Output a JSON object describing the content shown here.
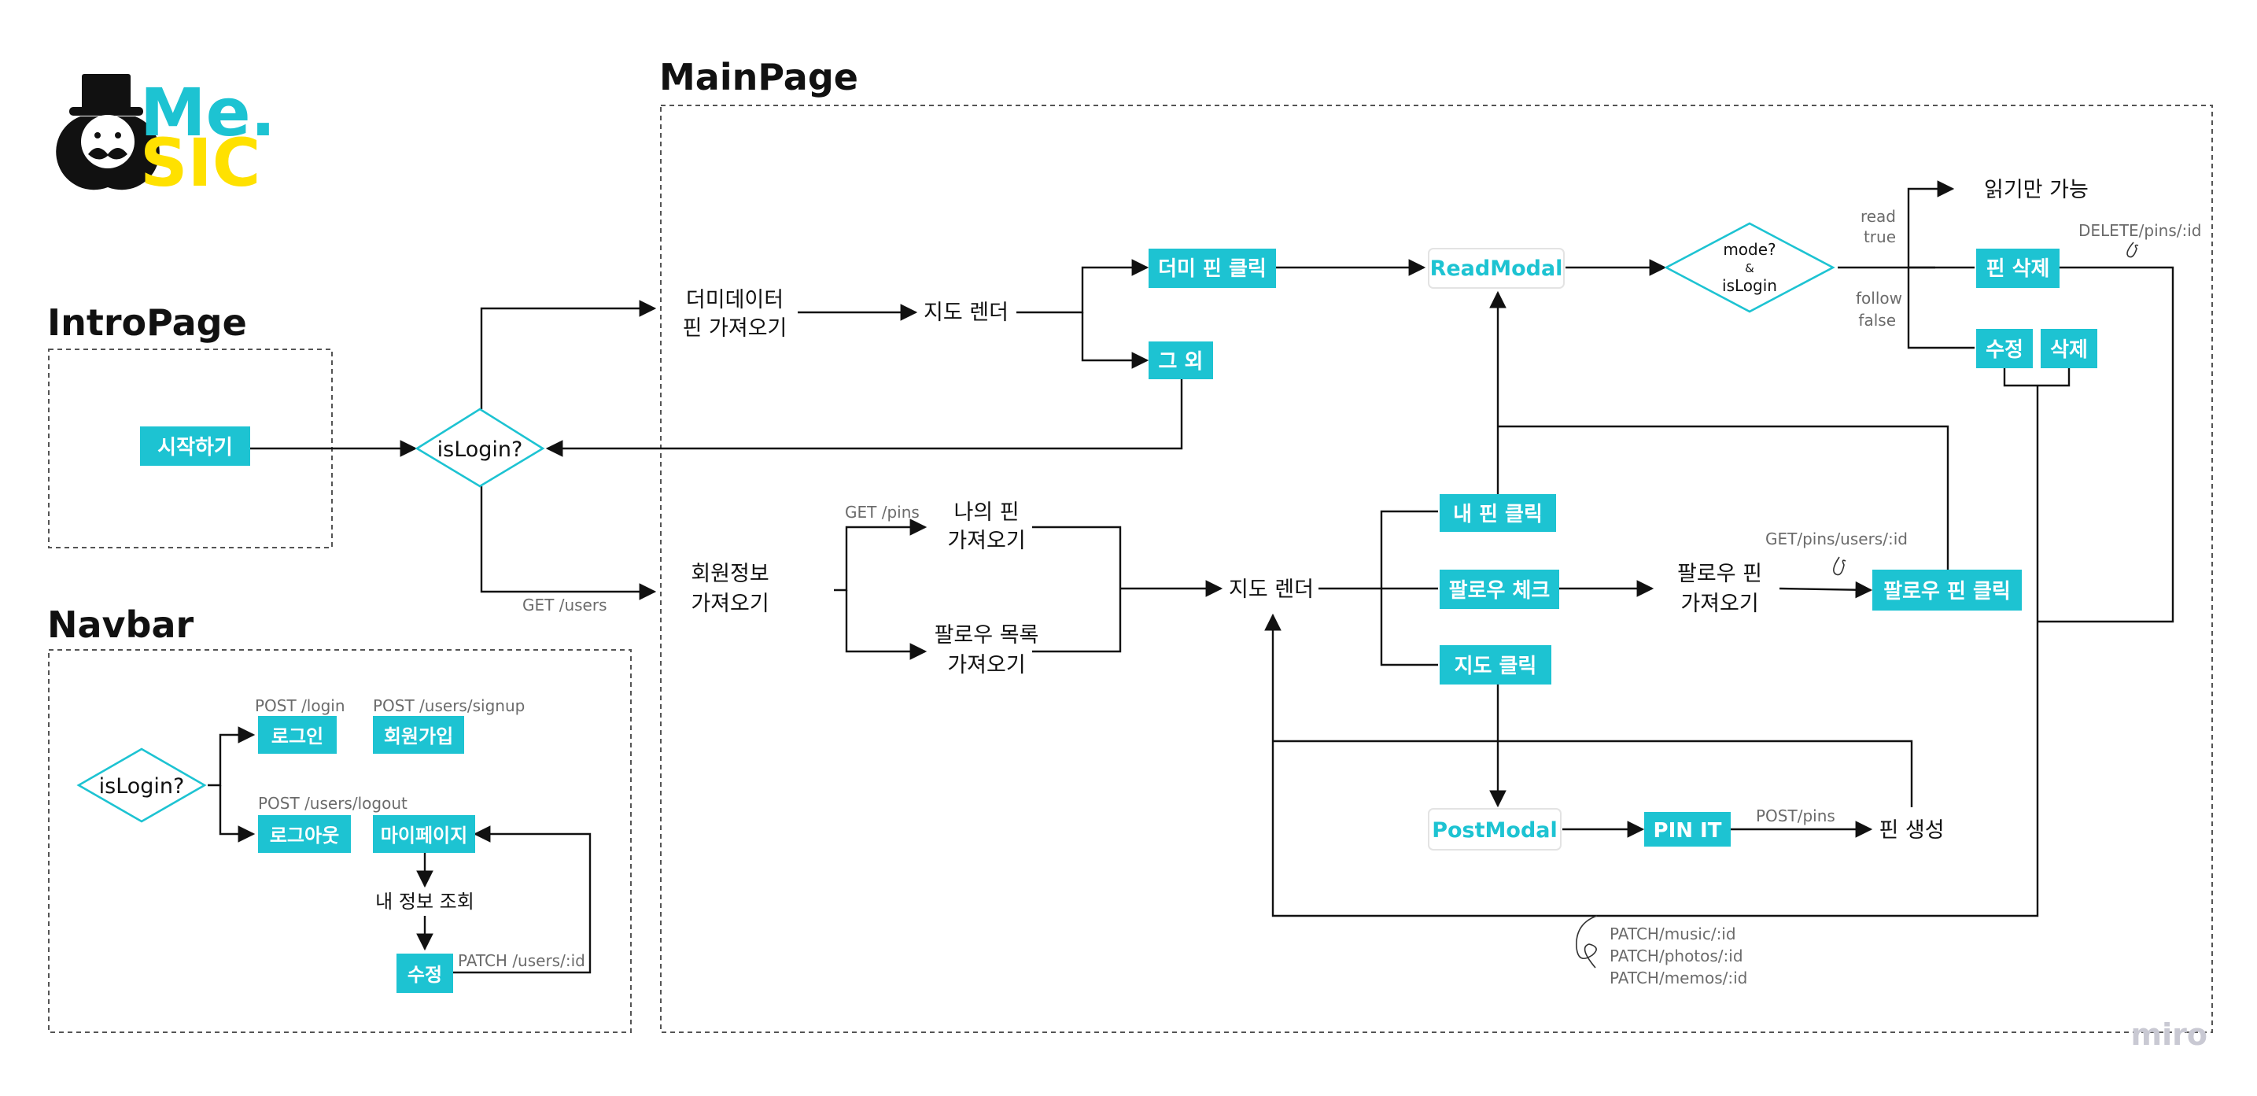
{
  "logo": {
    "line1": "Me.",
    "line2": "SIC"
  },
  "sections": {
    "intro": "IntroPage",
    "navbar": "Navbar",
    "main": "MainPage"
  },
  "intro": {
    "start_button": "시작하기"
  },
  "center": {
    "islogin": "isLogin?"
  },
  "navbar": {
    "islogin": "isLogin?",
    "login": "로그인",
    "signup": "회원가입",
    "logout": "로그아웃",
    "mypage": "마이페이지",
    "view_info": "내 정보 조회",
    "edit": "수정",
    "api_login": "POST /login",
    "api_signup": "POST /users/signup",
    "api_logout": "POST /users/logout",
    "api_patch_user": "PATCH /users/:id"
  },
  "main": {
    "dummy_fetch": [
      "더미데이터",
      "핀 가져오기"
    ],
    "map_render": "지도 렌더",
    "dummy_pin_click": "더미 핀 클릭",
    "other": "그 외",
    "read_modal": "ReadModal",
    "mode_check": [
      "mode?",
      "&",
      "isLogin"
    ],
    "read_true": [
      "read",
      "true"
    ],
    "follow_false": [
      "follow",
      "false"
    ],
    "read_only": "읽기만 가능",
    "pin_delete": "핀 삭제",
    "edit": "수정",
    "delete": "삭제",
    "api_delete_pin": "DELETE/pins/:id",
    "api_get_users": "GET /users",
    "member_info": [
      "회원정보",
      "가져오기"
    ],
    "api_get_pins": "GET /pins",
    "my_pins": [
      "나의 핀",
      "가져오기"
    ],
    "follow_list": [
      "팔로우 목록",
      "가져오기"
    ],
    "map_render_2": "지도 렌더",
    "my_pin_click": "내 핀 클릭",
    "follow_check": "팔로우 체크",
    "map_click": "지도 클릭",
    "follow_pins": [
      "팔로우 핀",
      "가져오기"
    ],
    "api_get_follow_pins": "GET/pins/users/:id",
    "follow_pin_click": "팔로우 핀 클릭",
    "post_modal": "PostModal",
    "pin_it": "PIN IT",
    "api_post_pins": "POST/pins",
    "pin_create": "핀 생성",
    "patch_apis": [
      "PATCH/music/:id",
      "PATCH/photos/:id",
      "PATCH/memos/:id"
    ]
  },
  "watermark": "miro",
  "colors": {
    "accent": "#1DC3D2",
    "accent_dark": "#0F98A6",
    "yellow": "#FFE100",
    "ink": "#111111",
    "muted": "#6b6b6b"
  }
}
